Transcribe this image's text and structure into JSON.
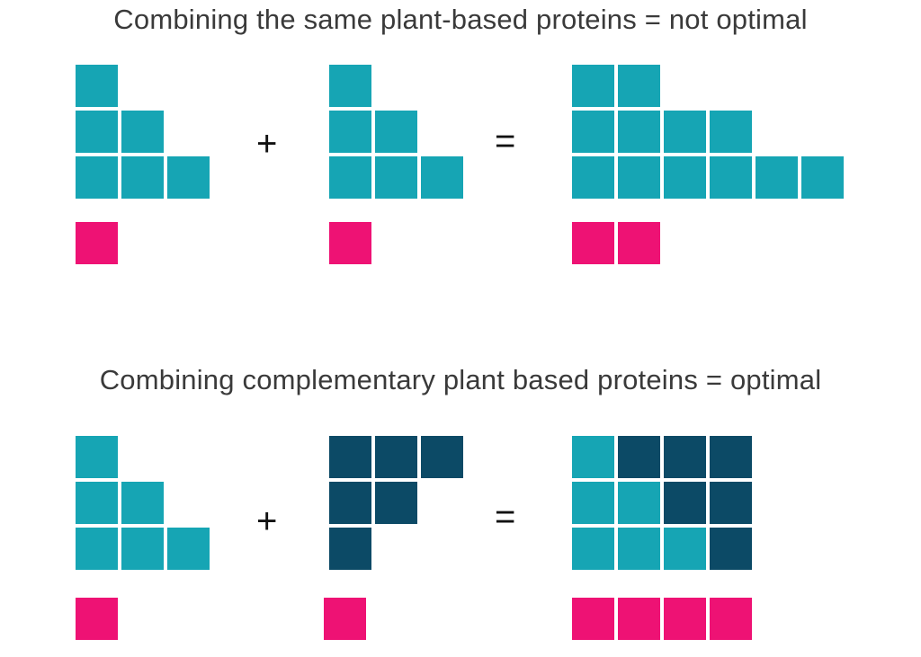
{
  "colors": {
    "teal": "#16a5b4",
    "navy": "#0c4a66",
    "pink": "#ee1274"
  },
  "sections": [
    {
      "title": "Combining the same plant-based proteins = not optimal",
      "operators": [
        "+",
        "="
      ],
      "blocks": [
        {
          "rows": [
            [
              "teal"
            ],
            [
              "teal",
              "teal"
            ],
            [
              "teal",
              "teal",
              "teal"
            ]
          ],
          "marker_count": 1
        },
        {
          "rows": [
            [
              "teal"
            ],
            [
              "teal",
              "teal"
            ],
            [
              "teal",
              "teal",
              "teal"
            ]
          ],
          "marker_count": 1
        },
        {
          "rows": [
            [
              "teal",
              "teal"
            ],
            [
              "teal",
              "teal",
              "teal",
              "teal"
            ],
            [
              "teal",
              "teal",
              "teal",
              "teal",
              "teal",
              "teal"
            ]
          ],
          "marker_count": 2
        }
      ]
    },
    {
      "title": "Combining complementary plant based proteins = optimal",
      "operators": [
        "+",
        "="
      ],
      "blocks": [
        {
          "rows": [
            [
              "teal"
            ],
            [
              "teal",
              "teal"
            ],
            [
              "teal",
              "teal",
              "teal"
            ]
          ],
          "marker_count": 1
        },
        {
          "rows": [
            [
              "navy",
              "navy",
              "navy"
            ],
            [
              "navy",
              "navy"
            ],
            [
              "navy"
            ]
          ],
          "marker_count": 1
        },
        {
          "rows": [
            [
              "teal",
              "navy",
              "navy",
              "navy"
            ],
            [
              "teal",
              "teal",
              "navy",
              "navy"
            ],
            [
              "teal",
              "teal",
              "teal",
              "navy"
            ]
          ],
          "marker_count": 4
        }
      ]
    }
  ]
}
